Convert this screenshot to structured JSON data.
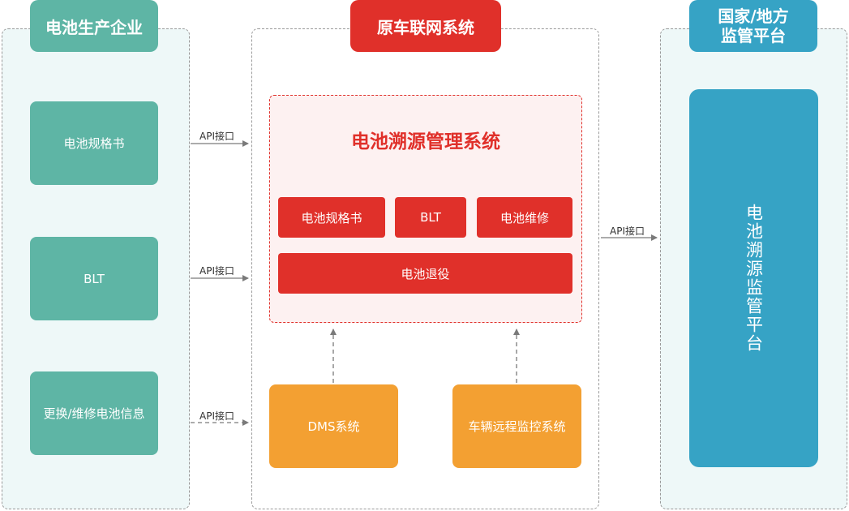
{
  "left_column": {
    "title": "电池生产企业",
    "boxes": [
      "电池规格书",
      "BLT",
      "更换/维修电池信息"
    ]
  },
  "middle_column": {
    "title": "原车联网系统",
    "trace_system": {
      "title": "电池溯源管理系统",
      "modules": [
        "电池规格书",
        "BLT",
        "电池维修",
        "电池退役"
      ]
    },
    "sources": [
      "DMS系统",
      "车辆远程监控系统"
    ]
  },
  "right_column": {
    "title": "国家/地方\n监管平台",
    "platform": "电池溯源监管平台"
  },
  "connectors": {
    "labels": [
      "API接口",
      "API接口",
      "API接口",
      "API接口"
    ]
  },
  "colors": {
    "green": "#5eb5a5",
    "red": "#e0302a",
    "orange": "#f3a032",
    "blue": "#36a3c5",
    "panel_bg": "#eef8f8",
    "trace_bg": "#fdf1f1"
  }
}
